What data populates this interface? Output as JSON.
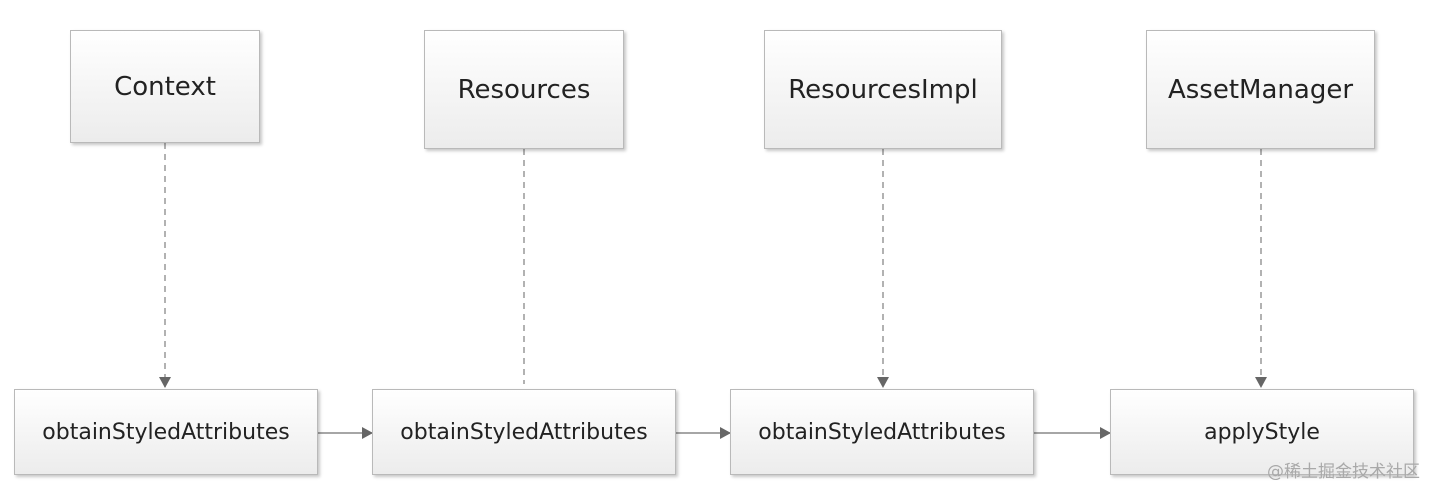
{
  "classes": [
    {
      "id": "context",
      "label": "Context"
    },
    {
      "id": "resources",
      "label": "Resources"
    },
    {
      "id": "resources-impl",
      "label": "ResourcesImpl"
    },
    {
      "id": "asset-manager",
      "label": "AssetManager"
    }
  ],
  "methods": [
    {
      "id": "context-method",
      "label": "obtainStyledAttributes"
    },
    {
      "id": "resources-method",
      "label": "obtainStyledAttributes"
    },
    {
      "id": "resources-impl-method",
      "label": "obtainStyledAttributes"
    },
    {
      "id": "asset-manager-method",
      "label": "applyStyle"
    }
  ],
  "watermark": "@稀土掘金技术社区",
  "colors": {
    "line": "#999999",
    "arrow": "#666666",
    "box_border": "#b9b9b9",
    "box_fill_top": "#ffffff",
    "box_fill_bottom": "#ececec",
    "text": "#222222"
  }
}
